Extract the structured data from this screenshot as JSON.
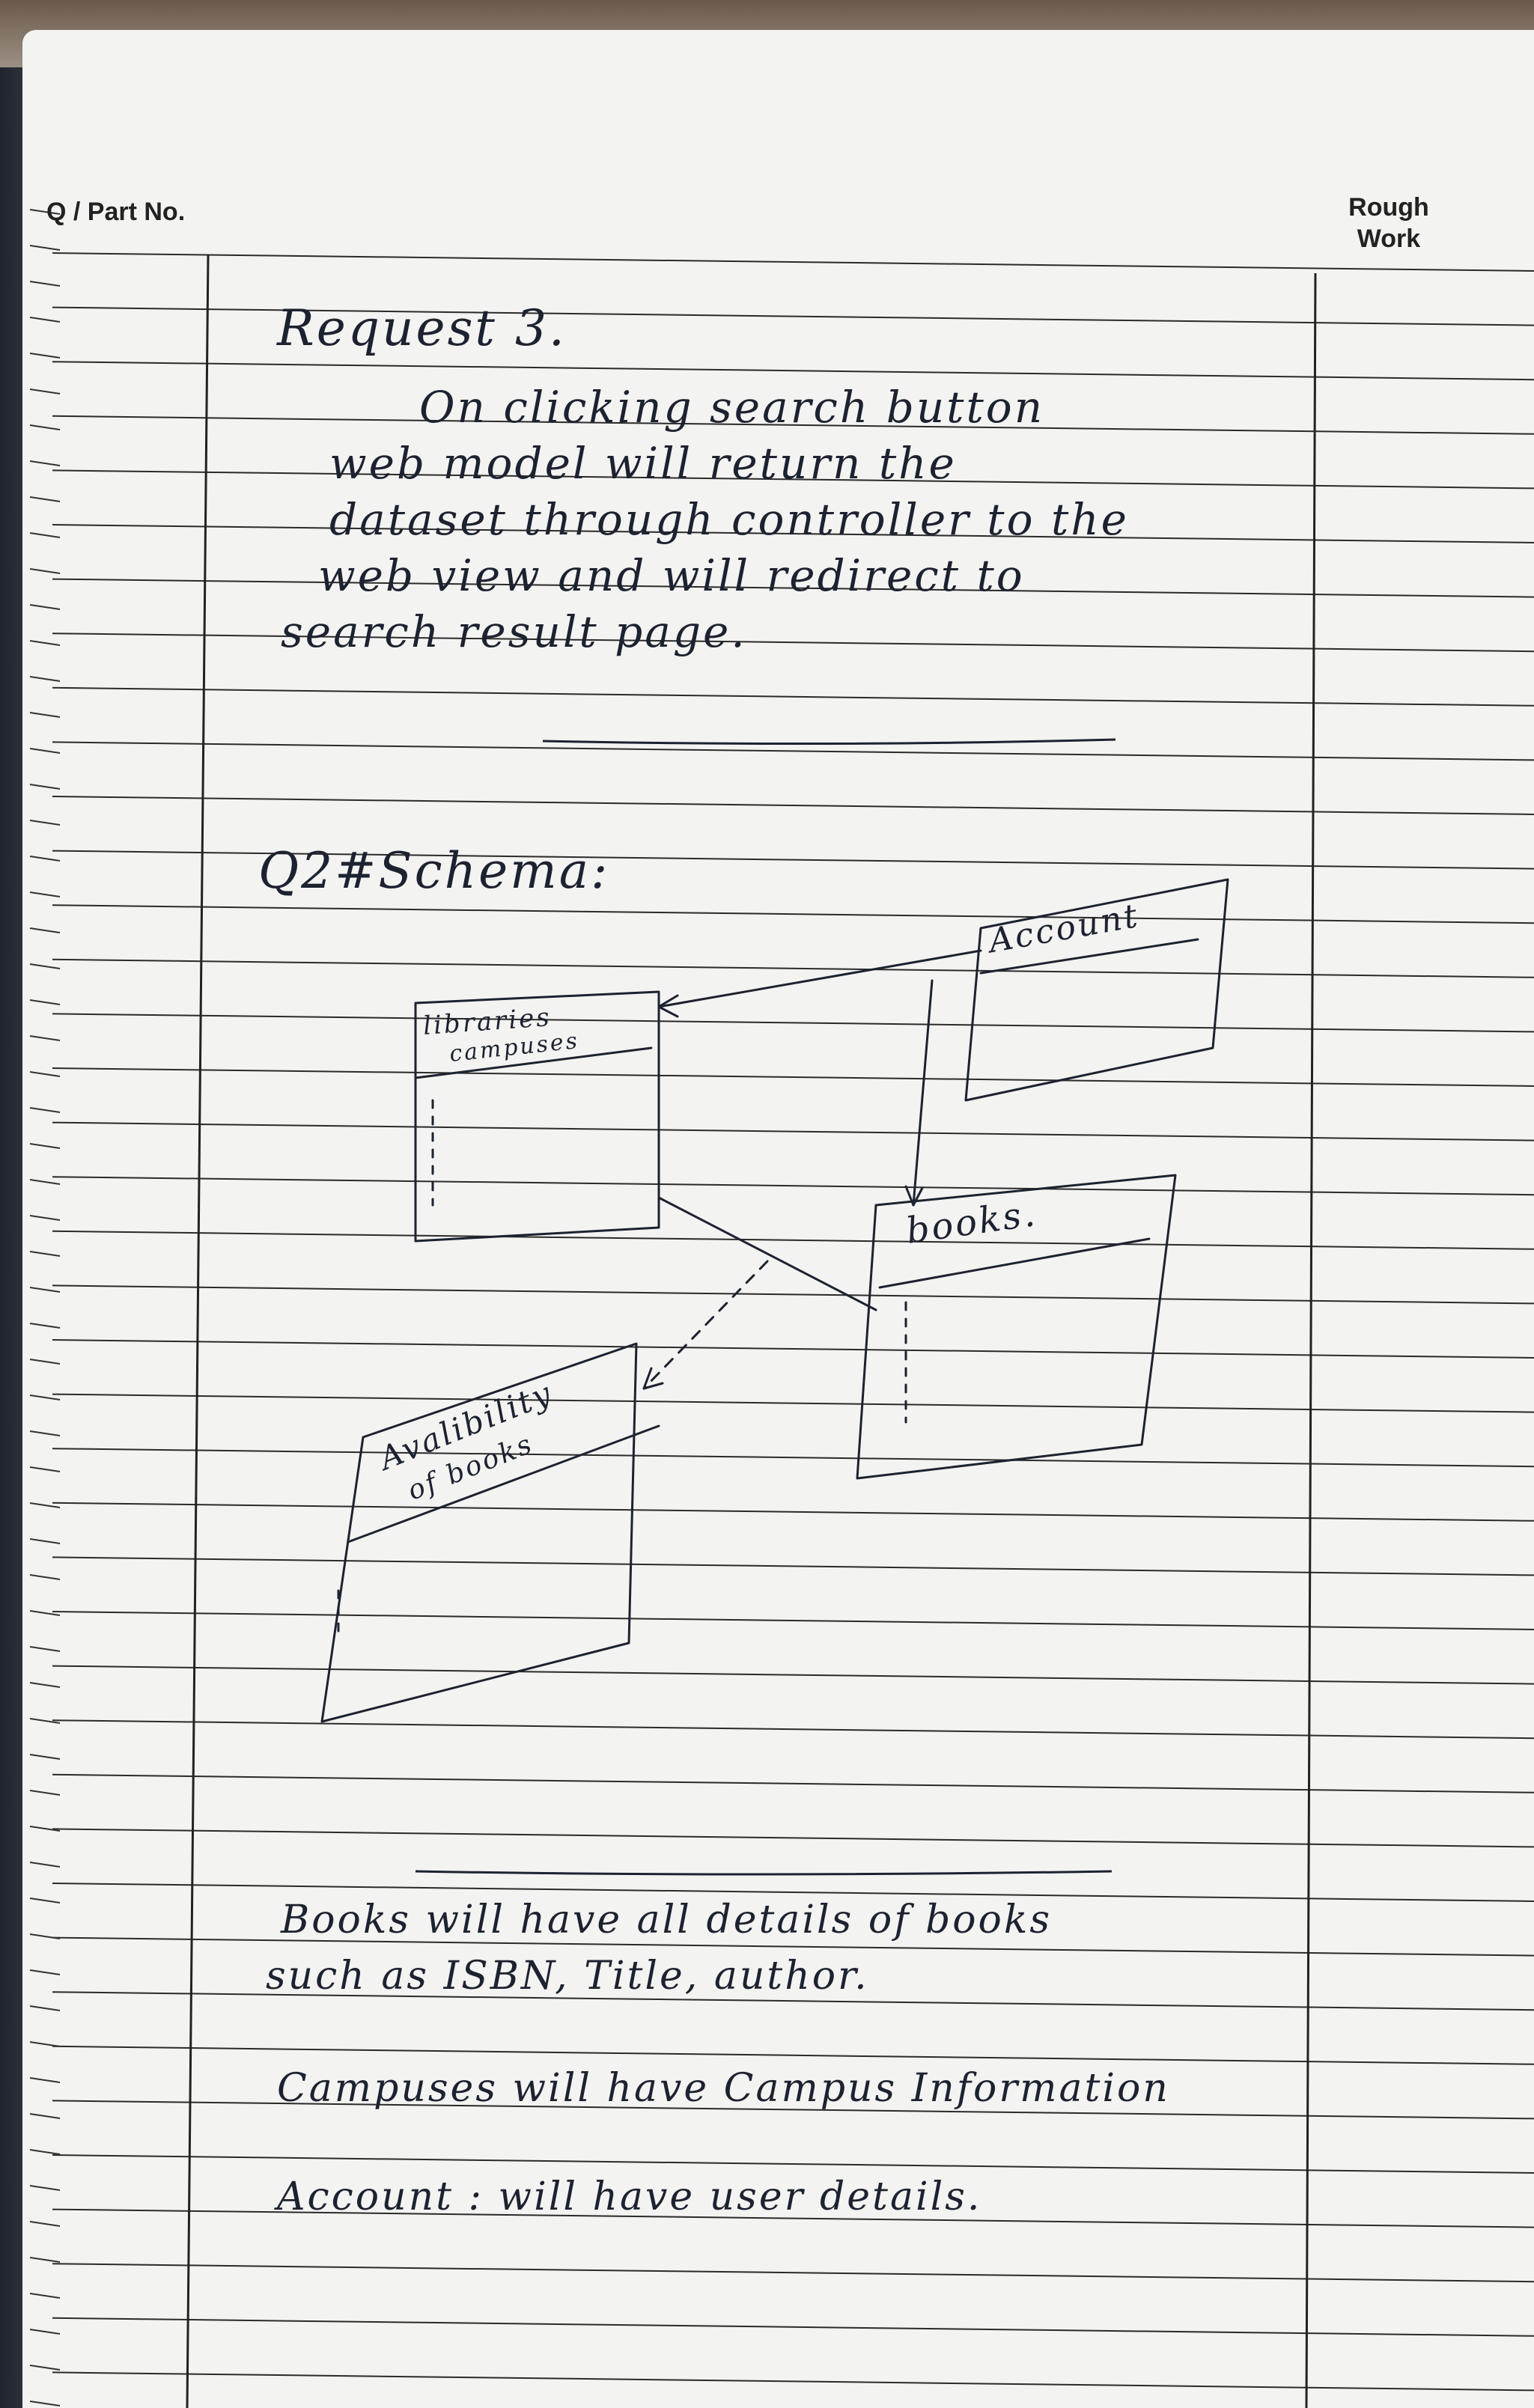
{
  "form": {
    "q_part_label": "Q / Part No.",
    "rough_work_label_line1": "Rough",
    "rough_work_label_line2": "Work"
  },
  "request3": {
    "heading": "Request 3.",
    "lines": [
      "On clicking search button",
      "web model will return the",
      "dataset through controller to the",
      "web view and will redirect to",
      "search result page."
    ]
  },
  "schema": {
    "heading": "Q2#Schema:",
    "entities": {
      "libraries": "libraries",
      "campuses": "campuses",
      "account": "Account",
      "books": "books.",
      "availability_line1": "Avalibility",
      "availability_line2": "of books"
    }
  },
  "notes": [
    "Books will have all details of books",
    "such as ISBN, Title, author.",
    "Campuses will have Campus Information",
    "Account : will have user details."
  ]
}
